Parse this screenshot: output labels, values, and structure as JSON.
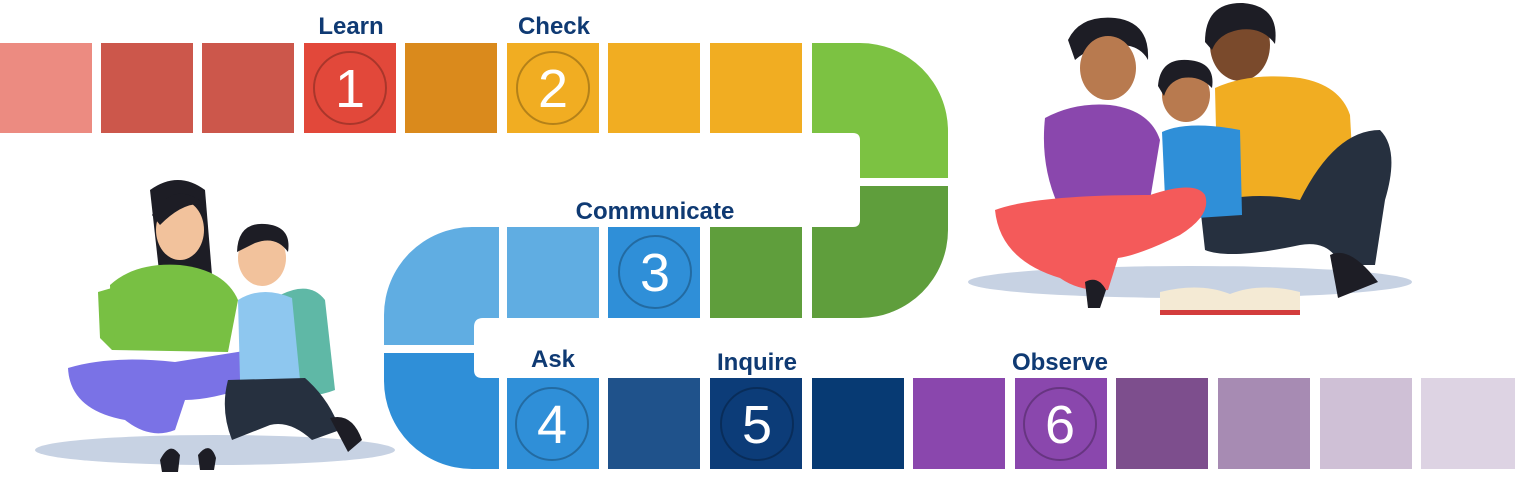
{
  "steps": [
    {
      "number": "1",
      "label": "Learn",
      "color": "#e2483a"
    },
    {
      "number": "2",
      "label": "Check",
      "color": "#f1ad22"
    },
    {
      "number": "3",
      "label": "Communicate",
      "color": "#2f8fd8"
    },
    {
      "number": "4",
      "label": "Ask",
      "color": "#2f8fd8"
    },
    {
      "number": "5",
      "label": "Inquire",
      "color": "#0c3c78"
    },
    {
      "number": "6",
      "label": "Observe",
      "color": "#8a47ad"
    }
  ],
  "path_colors": {
    "row1": [
      "#ec8b81",
      "#cc574b",
      "#cc574b",
      "#e2483a",
      "#da8a1c",
      "#f1ad22",
      "#f1ad22",
      "#f1ad22"
    ],
    "curve_right_top": "#7cc242",
    "row2": [
      "#60ade2",
      "#2f8fd8",
      "#5f9e3c"
    ],
    "curve_right_bottom": "#5f9e3c",
    "curve_left_top": "#60ade2",
    "curve_left_bottom": "#2f8fd8",
    "row3": [
      "#2f8fd8",
      "#1f528b",
      "#0c3c78",
      "#073a73",
      "#8a47ad",
      "#8a47ad",
      "#7d4e8d",
      "#a78bb3",
      "#cfc0d6",
      "#ddd3e3"
    ]
  },
  "illustrations": [
    {
      "name": "mother-and-son",
      "icon": "family-icon"
    },
    {
      "name": "family-of-three",
      "icon": "family-icon"
    }
  ]
}
